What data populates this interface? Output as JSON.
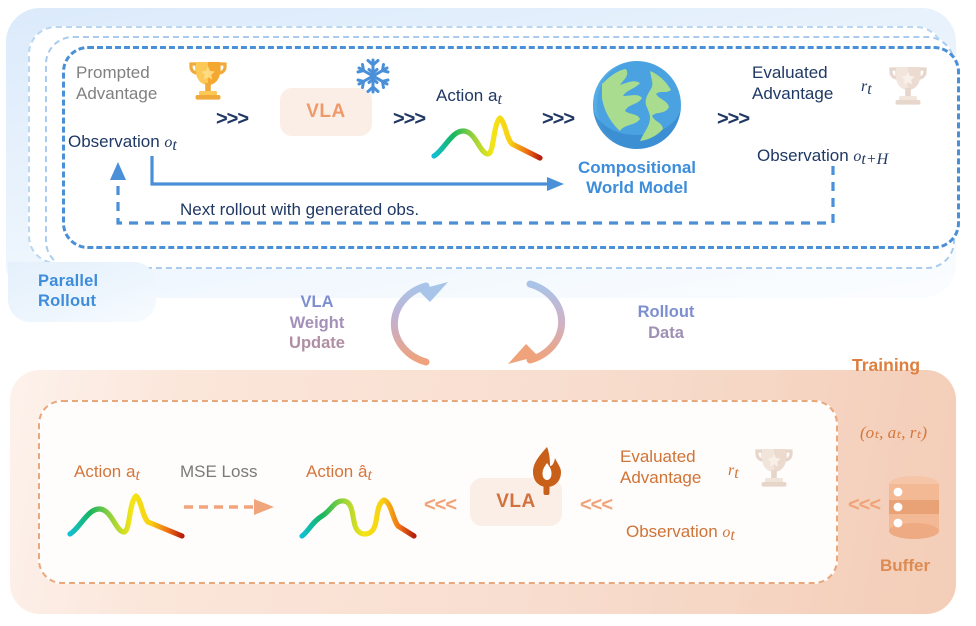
{
  "rollout": {
    "section_label_line1": "Parallel",
    "section_label_line2": "Rollout",
    "prompted_advantage_line1": "Prompted",
    "prompted_advantage_line2": "Advantage",
    "trophy_gold_icon": "trophy-icon",
    "observation_label": "Observation",
    "observation_sub": "o",
    "observation_subscript": "t",
    "snowflake_icon": "snowflake-icon",
    "vla_label": "VLA",
    "action_label": "Action",
    "action_var": "a",
    "action_subscript": "t",
    "action_curve_icon": "action-trajectory-curve",
    "globe_icon": "globe-icon",
    "world_model_line1": "Compositional",
    "world_model_line2": "World Model",
    "evaluated_advantage_line1": "Evaluated",
    "evaluated_advantage_line2": "Advantage",
    "reward_var": "r",
    "reward_subscript": "t",
    "trophy_faded_icon": "trophy-icon-faded",
    "observation_out_label": "Observation",
    "observation_out_var": "o",
    "observation_out_subscript": "t+H",
    "feedback_label": "Next rollout with generated obs.",
    "chevron_1": ">>>",
    "chevron_2": ">>>",
    "chevron_3": ">>>",
    "chevron_4": ">>>"
  },
  "cycle": {
    "left_line1": "VLA",
    "left_line2": "Weight",
    "left_line3": "Update",
    "right_line1": "Rollout",
    "right_line2": "Data",
    "arrow_up_icon": "cycle-arrow-up-icon",
    "arrow_down_icon": "cycle-arrow-down-icon"
  },
  "training": {
    "section_title": "Training",
    "action_gt_label": "Action",
    "action_gt_var": "a",
    "action_gt_subscript": "t",
    "action_gt_curve_icon": "action-trajectory-curve",
    "mse_loss_label": "MSE Loss",
    "mse_arrow_icon": "dashed-arrow-right-icon",
    "action_pred_label": "Action",
    "action_pred_var": "â",
    "action_pred_subscript": "t",
    "action_pred_curve_icon": "predicted-trajectory-curve",
    "chevron_left_1": "<<<",
    "chevron_left_2": "<<<",
    "chevron_left_3": "<<<",
    "fire_icon": "fire-icon",
    "vla_label": "VLA",
    "evaluated_advantage_line1": "Evaluated",
    "evaluated_advantage_line2": "Advantage",
    "reward_var": "r",
    "reward_subscript": "t",
    "trophy_faded_icon": "trophy-icon-faded",
    "observation_label": "Observation",
    "observation_var": "o",
    "observation_subscript": "t",
    "tuple_label": "(oₜ, aₜ, rₜ)",
    "buffer_icon": "database-buffer-icon",
    "buffer_label": "Buffer"
  },
  "colors": {
    "rollout_blue": "#3d8ddb",
    "rollout_dash": "#4a90d9",
    "navy_text": "#1f3864",
    "gray_text": "#808080",
    "training_orange": "#dd7f3e",
    "training_dash": "#e8a87c",
    "vla_chip_bg": "#fbeee7",
    "fire_orange": "#c8601a",
    "trophy_gold": "#f4b942"
  }
}
